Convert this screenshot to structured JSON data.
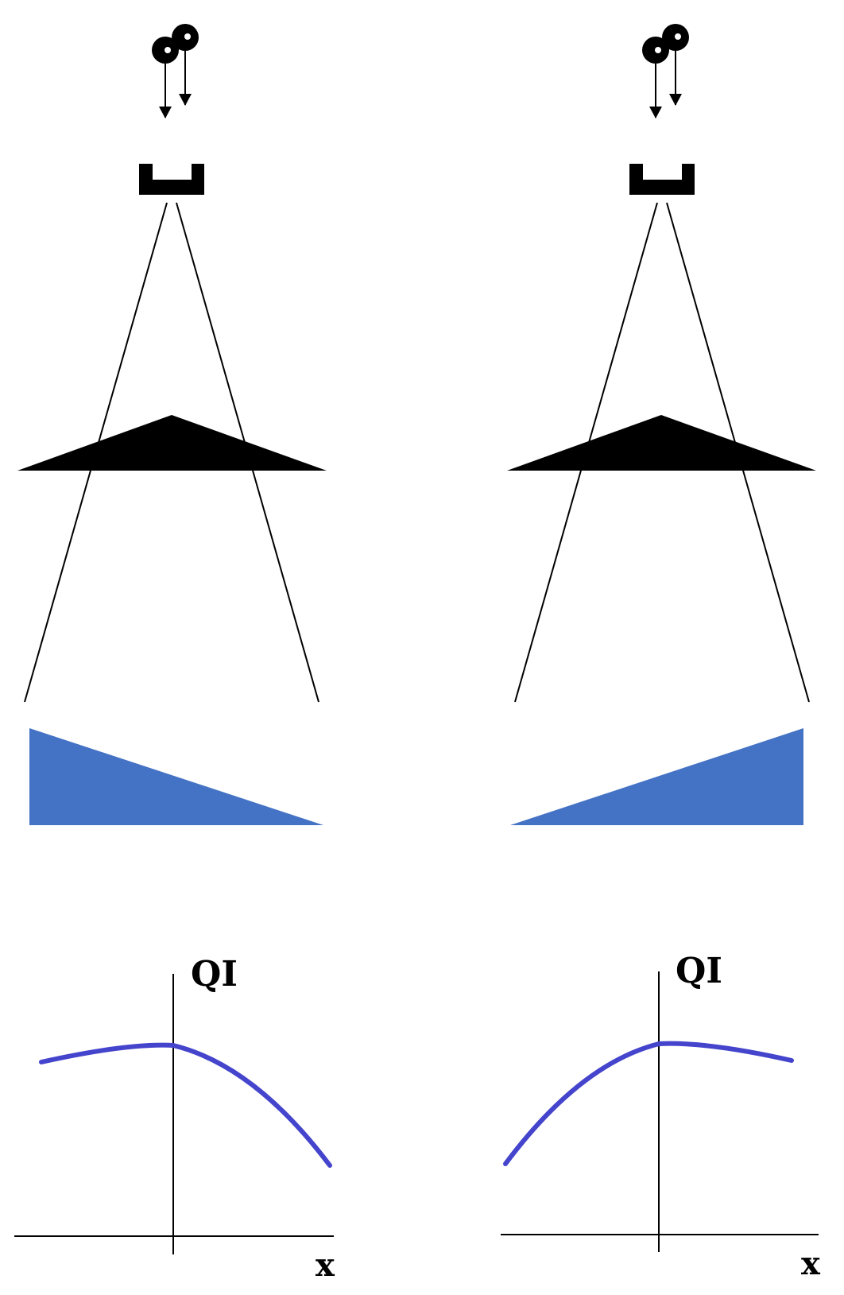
{
  "colors": {
    "ink": "#000000",
    "wedge_fill": "#4472c4",
    "curve_stroke": "#4444cc",
    "background": "#ffffff"
  },
  "icons": {
    "particle_source": "particle-pair-icon",
    "slit": "slit-aperture-icon",
    "prism": "triangle-prism-icon",
    "wedge": "right-triangle-wedge-icon"
  },
  "panels": [
    {
      "id": "left",
      "wedge_orientation": "tall-left",
      "curve_shape": "flat-left-falling-right",
      "y_axis_label": "QI",
      "x_axis_label": "x"
    },
    {
      "id": "right",
      "wedge_orientation": "tall-right",
      "curve_shape": "rising-left-flat-right",
      "y_axis_label": "QI",
      "x_axis_label": "x"
    }
  ]
}
